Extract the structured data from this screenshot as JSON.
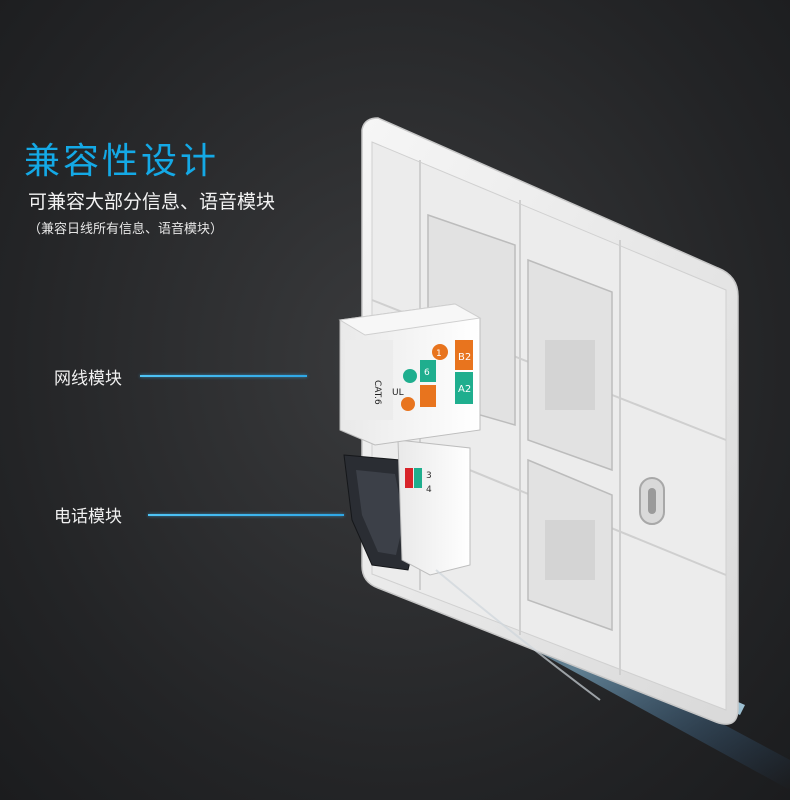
{
  "headline": "兼容性设计",
  "subline": "可兼容大部分信息、语音模块",
  "note": "（兼容日线所有信息、语音模块）",
  "callouts": {
    "network_module": "网线模块",
    "phone_module": "电话模块"
  },
  "module_labels": {
    "cat": "CAT.6",
    "ul": "UL",
    "pins": [
      "B2",
      "A2",
      "1",
      "6",
      "3",
      "4"
    ]
  },
  "colors": {
    "accent": "#14a9e6",
    "leader": "#2ea7e6",
    "background": "#232426",
    "plate": "#f1f1f1",
    "pin_orange": "#e8741e",
    "pin_green": "#1fae8e",
    "pin_red": "#d8242a"
  }
}
